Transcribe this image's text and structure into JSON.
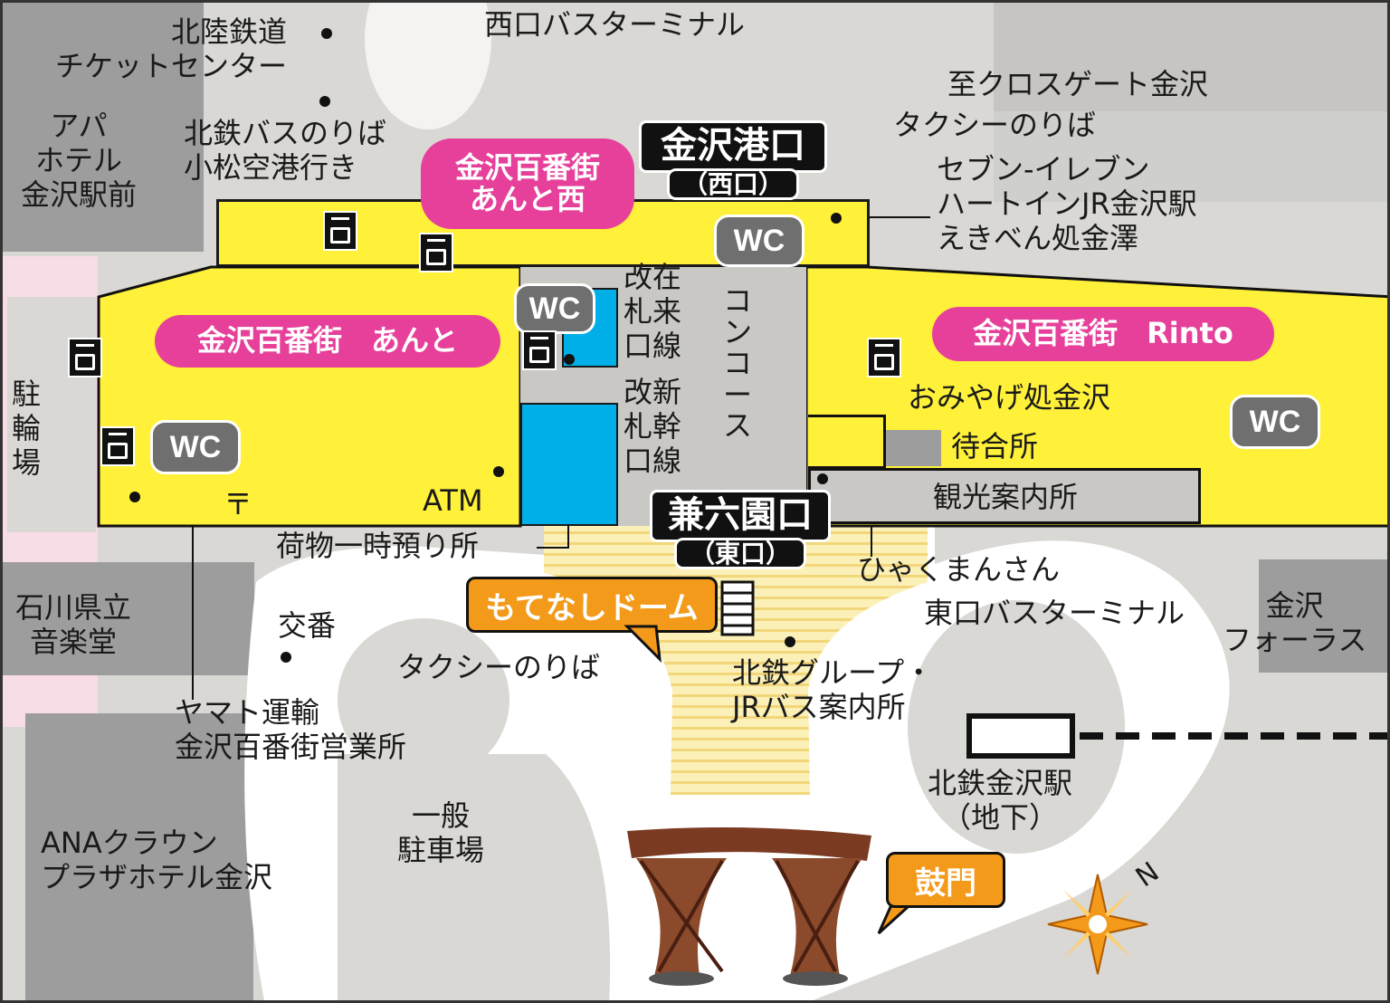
{
  "map": {
    "colors": {
      "shop": "#fff03a",
      "pill": "#e6409a",
      "gate": "#00aee8",
      "callout": "#f39a1a",
      "wc": "#6f6f6f",
      "building": "#9d9d9d"
    },
    "exits": {
      "west": {
        "name": "金沢港口",
        "sub": "（西口）"
      },
      "east": {
        "name": "兼六園口",
        "sub": "（東口）"
      }
    },
    "shops": {
      "ant_nishi": "金沢百番街\nあんと西",
      "ant": "金沢百番街　あんと",
      "rinto": "金沢百番街　Rinto"
    },
    "wc_label": "WC",
    "callouts": {
      "motenashi": "もてなしドーム",
      "tsuzumimon": "鼓門"
    },
    "labels": {
      "west_bus_terminal": "西口バスターミナル",
      "hokuriku_ticket": "北陸鉄道\nチケットセンター",
      "apa_hotel": "アパ\nホテル\n金沢駅前",
      "hokutetsu_bus": "北鉄バスのりば\n小松空港行き",
      "cross_gate": "至クロスゲート金沢",
      "taxi_west": "タクシーのりば",
      "seven_eleven": "セブン-イレブン\nハートインJR金沢駅\nえきべん処金澤",
      "zairai": "改在\n札来\n口線",
      "shinkansen": "改新\n札幹\n口線",
      "concourse": "コ\nン\nコ\nー\nス",
      "omiyage": "おみやげ処金沢",
      "waiting": "待合所",
      "tourist_info": "観光案内所",
      "bicycle_parking": "駐\n輪\n場",
      "atm": "ATM",
      "post": "〒",
      "baggage": "荷物一時預り所",
      "hyakumansan": "ひゃくまんさん",
      "east_bus_terminal": "東口バスターミナル",
      "kanazawa_forus": "金沢\nフォーラス",
      "ishikawa_hall": "石川県立\n音楽堂",
      "koban": "交番",
      "taxi_east": "タクシーのりば",
      "hokutetsu_group": "北鉄グループ・\nJRバス案内所",
      "yamato": "ヤマト運輸\n金沢百番街営業所",
      "hokutetsu_station": "北鉄金沢駅\n（地下）",
      "parking": "一般\n駐車場",
      "ana_hotel": "ANAクラウン\nプラザホテル金沢",
      "north": "N"
    }
  }
}
